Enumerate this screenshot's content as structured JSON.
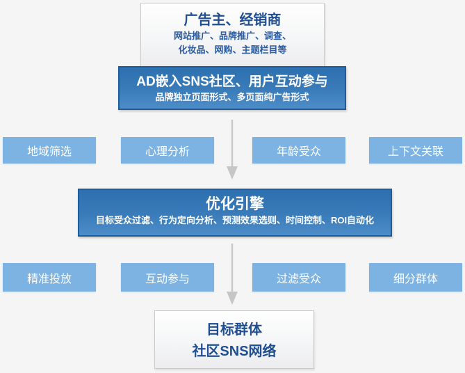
{
  "top_box": {
    "title": "广告主、经销商",
    "subtitle_line1": "网站推广、品牌推广、调查、",
    "subtitle_line2": "化妆品、网购、主题栏目等"
  },
  "ad_box": {
    "title": "AD嵌入SNS社区、用户互动参与",
    "subtitle": "品牌独立页面形式、多页面纯广告形式"
  },
  "targeting_row": [
    "地域筛选",
    "心理分析",
    "年龄受众",
    "上下文关联"
  ],
  "engine_box": {
    "title": "优化引擎",
    "subtitle": "目标受众过滤、行为定向分析、预测效果选则、时间控制、ROI自动化"
  },
  "output_row": [
    "精准投放",
    "互动参与",
    "过滤受众",
    "细分群体"
  ],
  "bottom_box": {
    "line1": "目标群体",
    "line2": "社区SNS网络"
  },
  "colors": {
    "page_background": "#f5f5f6",
    "chip_blue": "#7db3e2",
    "box_blue_top": "#2d70af",
    "box_blue_bottom": "#4d8dc8",
    "box_blue_border": "#1d5c9f",
    "title_text_blue": "#1f4f92",
    "white_box_border": "#c9cacc",
    "arrow_gray": "#c9c9c9"
  }
}
